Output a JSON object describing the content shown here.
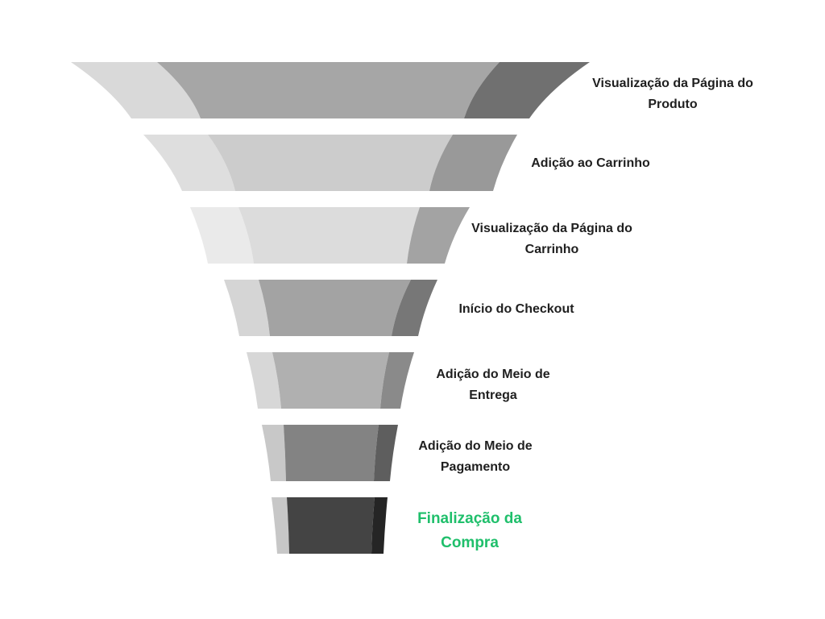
{
  "colors": {
    "highlight": "#1fbf6b",
    "text": "#1f1f1f",
    "background": "#ffffff"
  },
  "stages": [
    {
      "label": "Visualização da Página do Produto",
      "highlight": false,
      "colors": {
        "left": "#d9d9d9",
        "middle": "#a6a6a6",
        "right": "#707070"
      }
    },
    {
      "label": "Adição ao Carrinho",
      "highlight": false,
      "colors": {
        "left": "#dedede",
        "middle": "#cccccc",
        "right": "#999999"
      }
    },
    {
      "label": "Visualização da Página do Carrinho",
      "highlight": false,
      "colors": {
        "left": "#eaeaea",
        "middle": "#dcdcdc",
        "right": "#a3a3a3"
      }
    },
    {
      "label": "Início do Checkout",
      "highlight": false,
      "colors": {
        "left": "#d5d5d5",
        "middle": "#a3a3a3",
        "right": "#777777"
      }
    },
    {
      "label": "Adição do Meio de Entrega",
      "highlight": false,
      "colors": {
        "left": "#d7d7d7",
        "middle": "#b0b0b0",
        "right": "#8a8a8a"
      }
    },
    {
      "label": "Adição do Meio de Pagamento",
      "highlight": false,
      "colors": {
        "left": "#c8c8c8",
        "middle": "#838383",
        "right": "#5e5e5e"
      }
    },
    {
      "label": "Finalização da Compra",
      "highlight": true,
      "colors": {
        "left": "#c7c7c7",
        "middle": "#444444",
        "right": "#252525"
      }
    }
  ]
}
